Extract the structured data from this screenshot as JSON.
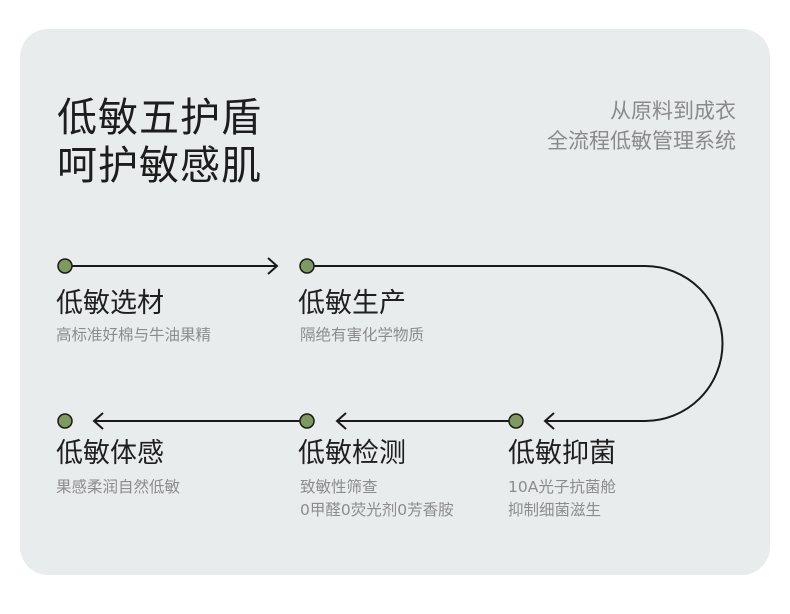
{
  "header": {
    "title_line1": "低敏五护盾",
    "title_line2": "呵护敏感肌",
    "subtitle_line1": "从原料到成衣",
    "subtitle_line2": "全流程低敏管理系统"
  },
  "steps": [
    {
      "title": "低敏选材",
      "desc1": "高标准好棉与牛油果精",
      "desc2": ""
    },
    {
      "title": "低敏生产",
      "desc1": "隔绝有害化学物质",
      "desc2": ""
    },
    {
      "title": "低敏抑菌",
      "desc1": "10A光子抗菌舱",
      "desc2": "抑制细菌滋生"
    },
    {
      "title": "低敏检测",
      "desc1": "致敏性筛查",
      "desc2": "0甲醛0荧光剂0芳香胺"
    },
    {
      "title": "低敏体感",
      "desc1": "果感柔润自然低敏",
      "desc2": ""
    }
  ],
  "colors": {
    "card": "#e9ecec",
    "dot": "#7e9a5e",
    "line": "#1a1a1a"
  }
}
